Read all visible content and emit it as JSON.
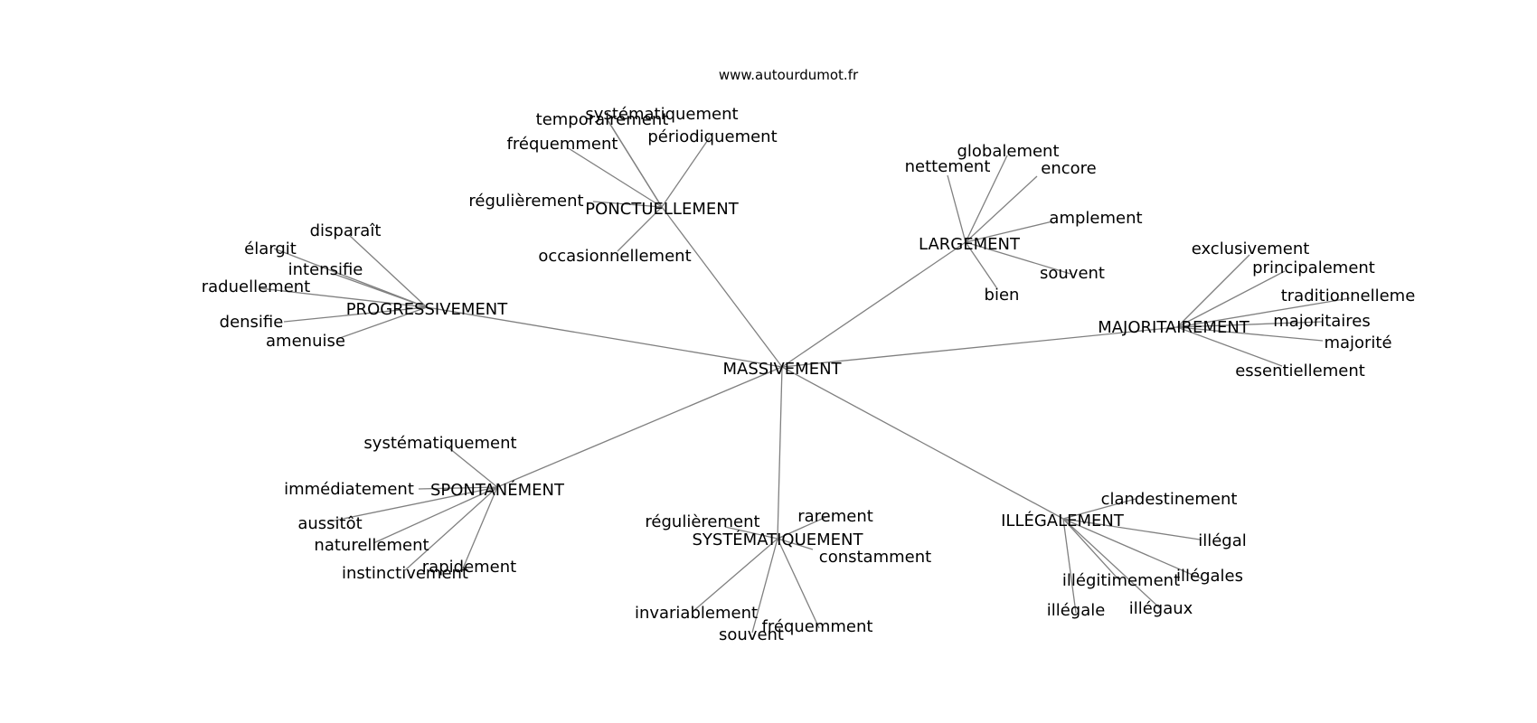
{
  "credit": "www.autourdumot.fr",
  "center": "MASSIVEMENT",
  "hubs": [
    {
      "label": "PONCTUELLEMENT",
      "leaves": [
        "systématiquement",
        "temporairement",
        "fréquemment",
        "périodiquement",
        "régulièrement",
        "occasionnellement"
      ]
    },
    {
      "label": "LARGEMENT",
      "leaves": [
        "globalement",
        "nettement",
        "encore",
        "amplement",
        "souvent",
        "bien"
      ]
    },
    {
      "label": "PROGRESSIVEMENT",
      "leaves": [
        "disparaît",
        "élargit",
        "intensifie",
        "raduellement",
        "densifie",
        "amenuise"
      ]
    },
    {
      "label": "MAJORITAIREMENT",
      "leaves": [
        "exclusivement",
        "principalement",
        "traditionnelleme",
        "majoritaires",
        "majorité",
        "essentiellement"
      ]
    },
    {
      "label": "SPONTANÉMENT",
      "leaves": [
        "systématiquement",
        "immédiatement",
        "aussitôt",
        "naturellement",
        "rapidement",
        "instinctivement"
      ]
    },
    {
      "label": "SYSTÉMATIQUEMENT",
      "leaves": [
        "régulièrement",
        "rarement",
        "constamment",
        "invariablement",
        "fréquemment",
        "souvent"
      ]
    },
    {
      "label": "ILLÉGALEMENT",
      "leaves": [
        "clandestinement",
        "illégal",
        "illégitimement",
        "illégales",
        "illégale",
        "illégaux"
      ]
    }
  ]
}
